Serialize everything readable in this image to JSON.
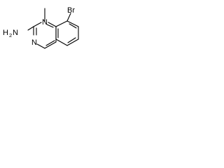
{
  "structure": {
    "atoms": {
      "n_upper": "N",
      "n_lower": "N",
      "amine_h": "H",
      "amine_sub": "2",
      "amine_n": "N",
      "bromine": "Br"
    }
  },
  "colors": {
    "bond": "#000000",
    "text": "#000000",
    "background": "#ffffff"
  }
}
